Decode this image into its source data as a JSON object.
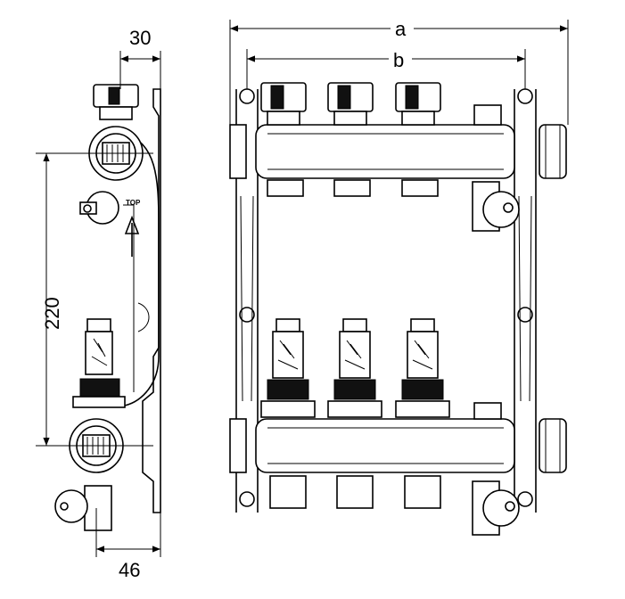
{
  "dimensions": {
    "width_top_side": "30",
    "height_side": "220",
    "width_bottom_side": "46",
    "overall_width": "a",
    "pipe_spacing": "b"
  },
  "labels": {
    "top_marking": "TOP"
  }
}
